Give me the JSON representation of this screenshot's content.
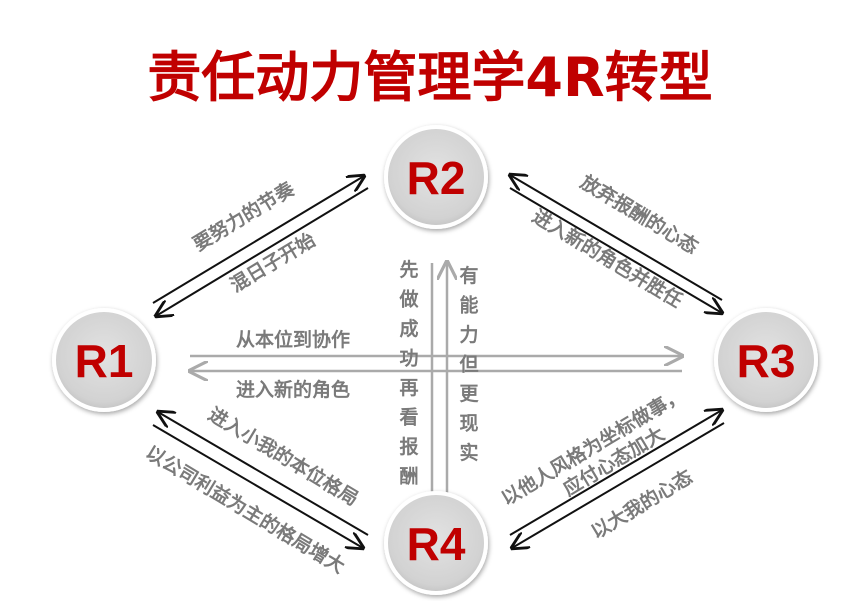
{
  "title": "责任动力管理学4R转型",
  "nodes": {
    "r1": "R1",
    "r2": "R2",
    "r3": "R3",
    "r4": "R4"
  },
  "edges": {
    "r1_r2_up": "要努力的节奏",
    "r1_r2_down": "混日子开始",
    "r2_r3_up": "放弃报酬的心态",
    "r2_r3_down": "进入新的角色并胜任",
    "r1_r3_forward": "从本位到协作",
    "r3_r1_back": "进入新的角色",
    "r2_r4_down": "先做成功再看报酬",
    "r4_r2_up": "有能力但更现实",
    "r4_r1_up": "进入小我的本位格局",
    "r1_r4_down": "以公司利益为主的格局增大",
    "r4_r3_line1": "以他人风格为坐标做事，",
    "r4_r3_line2": "应付心态加大",
    "r3_r4_down": "以大我的心态"
  },
  "colors": {
    "accent": "#c00000",
    "label": "#7a7a7a",
    "node_fill": "#d9d9d9"
  }
}
